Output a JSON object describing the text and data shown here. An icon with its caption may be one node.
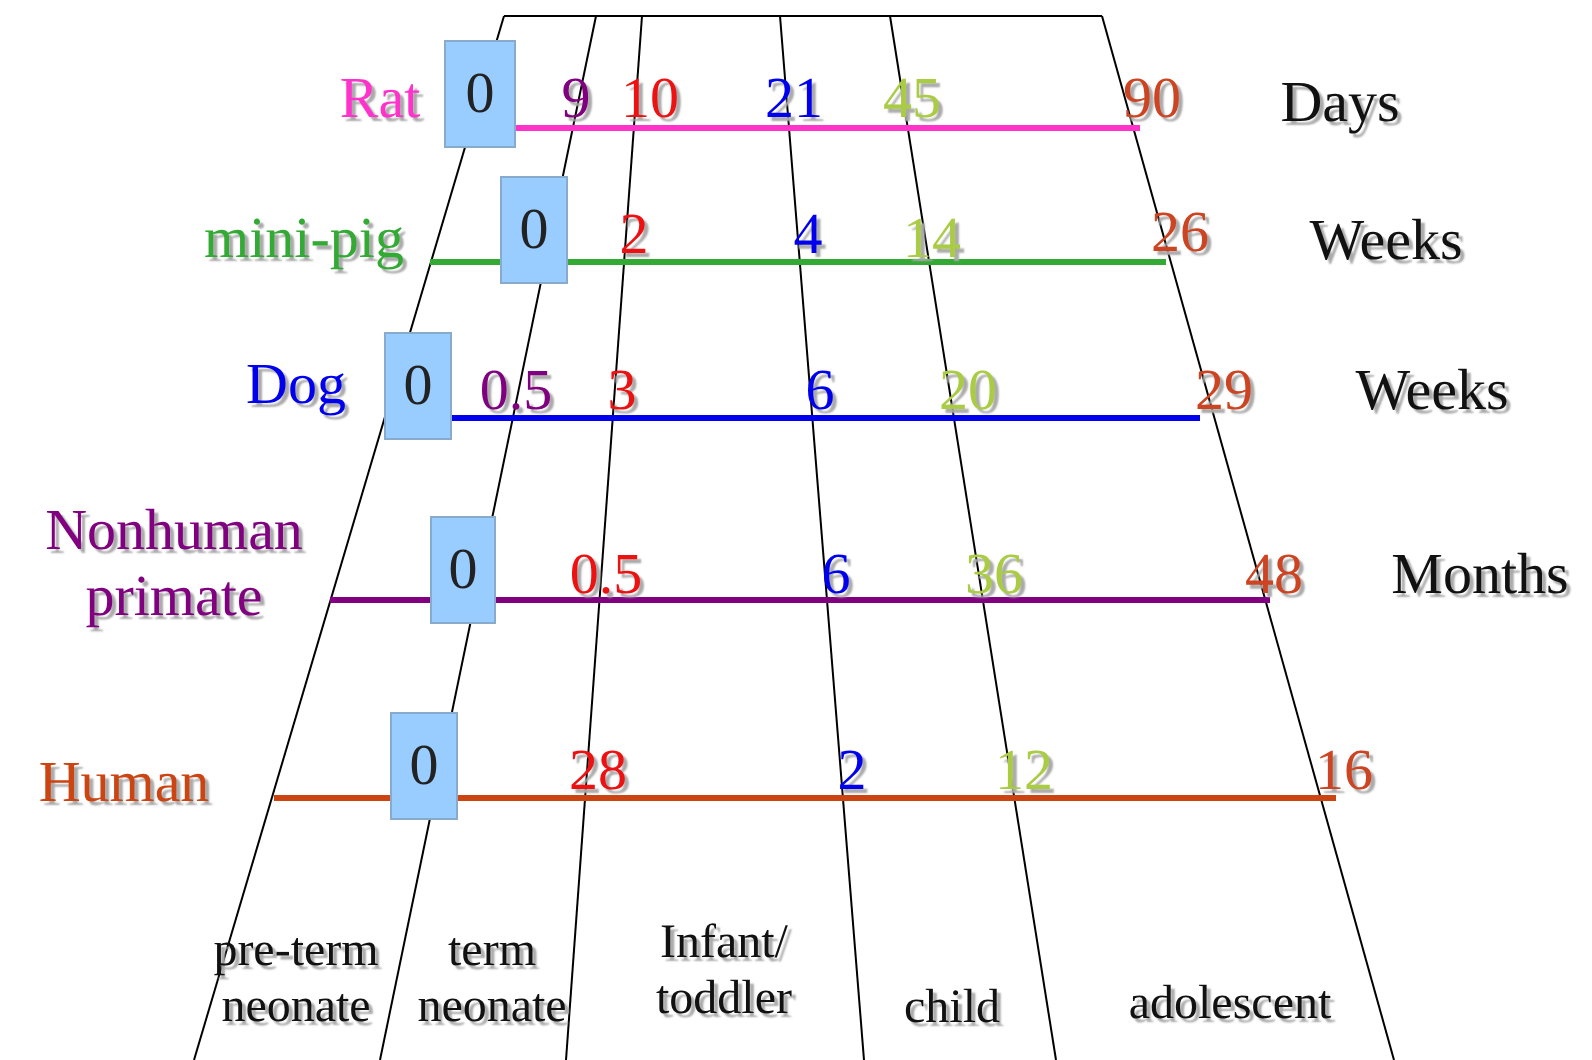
{
  "diagram": {
    "nodes": [
      {
        "text": [
          "0"
        ]
      },
      {
        "text": [
          "0"
        ]
      },
      {
        "text": [
          "0"
        ]
      },
      {
        "text": [
          "0"
        ]
      },
      {
        "text": [
          "0"
        ]
      }
    ],
    "labels": [
      "Rat",
      "9",
      "10",
      "21",
      "45",
      "90",
      "Days",
      "mini-pig",
      "2",
      "4",
      "14",
      "26",
      "Weeks",
      "Dog",
      "0.5",
      "3",
      "6",
      "20",
      "29",
      "Weeks",
      "Nonhuman primate",
      "0.5",
      "6",
      "36",
      "48",
      "Months",
      "Human",
      "28",
      "2",
      "12",
      "16",
      "pre-term neonate",
      "term neonate",
      "Infant/ toddler",
      "child",
      "adolescent"
    ]
  }
}
